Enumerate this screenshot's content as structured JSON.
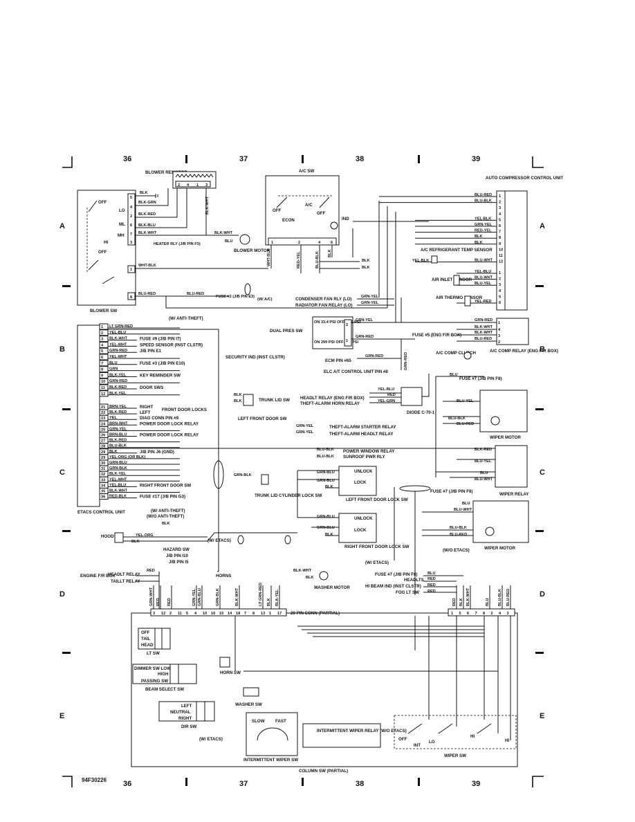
{
  "grid": {
    "columns": [
      "36",
      "37",
      "38",
      "39"
    ],
    "rows": [
      "A",
      "B",
      "C",
      "D",
      "E"
    ]
  },
  "figure_id": "94F30226",
  "blower": {
    "resistor": "BLOWER RESISTOR",
    "switch": "BLOWER SW",
    "motor": "BLOWER MOTOR",
    "positions": [
      "OFF",
      "LO",
      "ML",
      "MH",
      "HI",
      "OFF"
    ],
    "wires": [
      "BLK",
      "BLK-GRN",
      "BLK-RED",
      "BLK-BLU",
      "BLK-WHT",
      "WHT-BLK",
      "BLU-RED"
    ],
    "heater_relay": "HEATER RLY (J/B PIN F3)",
    "motor_wire": "BLK-WHT",
    "motor_wire2": "BLU",
    "fuse": "FUSE #2 (J/B PIN E3)",
    "fuse_wire": "BLU-RED",
    "w_ac": "(W/ A/C)",
    "resistor_wire": "BLK-WHT"
  },
  "ac_sw": {
    "title": "A/C SW",
    "labels": [
      "OFF",
      "A/C",
      "OFF",
      "ECON",
      "IND"
    ],
    "wires": [
      "WHT-BLK",
      "RED-YEL",
      "BLU-BLK",
      "BLK"
    ]
  },
  "acc_unit": {
    "title": "AUTO COMPRESSOR CONTROL UNIT",
    "pins": [
      {
        "pin": "1",
        "wire": "BLU-RED"
      },
      {
        "pin": "2",
        "wire": "BLU-BLK"
      },
      {
        "pin": "3",
        "wire": ""
      },
      {
        "pin": "4",
        "wire": ""
      },
      {
        "pin": "5",
        "wire": "YEL-BLK"
      },
      {
        "pin": "6",
        "wire": "GRN-YEL"
      },
      {
        "pin": "7",
        "wire": "RED-YEL"
      },
      {
        "pin": "8",
        "wire": "BLK"
      },
      {
        "pin": "9",
        "wire": "BLK"
      },
      {
        "pin": "10",
        "wire": ""
      },
      {
        "pin": "11",
        "wire": ""
      },
      {
        "pin": "12",
        "wire": "BLU-WHT"
      }
    ],
    "pins2": [
      {
        "pin": "1",
        "wire": "YEL-BLU"
      },
      {
        "pin": "2",
        "wire": "BLU-WHT"
      },
      {
        "pin": "3",
        "wire": "BLU-YEL"
      },
      {
        "pin": "4",
        "wire": ""
      },
      {
        "pin": "5",
        "wire": ""
      },
      {
        "pin": "6",
        "wire": "YEL-RED"
      }
    ],
    "refrig_sensor": "A/C REFRIGERANT TEMP SENSOR",
    "refrig_wire": "YEL-BLK",
    "inlet_sensor": "AIR INLET SENSOR",
    "thermo_sensor": "AIR THERMO SENSOR",
    "ac_blk": [
      "BLK",
      "BLK"
    ]
  },
  "fan": {
    "condenser": "CONDENSER FAN RLY (LO)",
    "radiator": "RADIATOR FAN RELAY (LO)",
    "wire1": "GRN-YEL",
    "wire2": "GRN-YEL",
    "dual_pres": "DUAL PRES SW",
    "on_off1": "ON 33.4 PSI OFF 29.9 PSI",
    "on_off2": "ON 299 PSI OFF 384 PSI",
    "dual_wire1": "GRN-YEL",
    "dual_wire2": "GRN-RED",
    "ecm": "ECM PIN #65",
    "ecm_wire": "GRN-RED",
    "elc": "ELC A/T CONTROL UNIT PIN #8",
    "elc_wire": "GRN-RED"
  },
  "comp_relay": {
    "title": "A/C COMP RELAY (ENG F/R BOX)",
    "fuse": "FUSE #5 (ENG F/R BOX)",
    "wires": [
      "GRN-RED",
      "BLK-WHT",
      "BLK-WHT",
      "BLU-RED"
    ],
    "clutch": "A/C COMP CLUTCH"
  },
  "etacs": {
    "title": "ETACS CONTROL UNIT",
    "anti_theft": "(W/ ANTI-THEFT)",
    "pins": [
      {
        "pin": "1",
        "wire": "LT GRN-RED",
        "dest": ""
      },
      {
        "pin": "2",
        "wire": "YEL-BLU",
        "dest": ""
      },
      {
        "pin": "3",
        "wire": "BLK-WHT",
        "dest": "FUSE #9 (J/B PIN I7)"
      },
      {
        "pin": "4",
        "wire": "YEL-WHT",
        "dest": "SPEED SENSOR (INST CLSTR)"
      },
      {
        "pin": "5",
        "wire": "GRN-RED",
        "dest": "J/B PIN E1"
      },
      {
        "pin": "6",
        "wire": "YEL-WHT",
        "dest": ""
      },
      {
        "pin": "7",
        "wire": "BLU",
        "dest": "FUSE #3 (J/B PIN E10)"
      },
      {
        "pin": "8",
        "wire": "GRN",
        "dest": ""
      },
      {
        "pin": "9",
        "wire": "BLK-YEL",
        "dest": "KEY REMINDER SW"
      },
      {
        "pin": "10",
        "wire": "GRN-RED",
        "dest": ""
      },
      {
        "pin": "11",
        "wire": "BLK-RED",
        "dest": "DOOR SWS"
      },
      {
        "pin": "12",
        "wire": "BLK-YEL",
        "dest": ""
      },
      {
        "pin": "21",
        "wire": "BRN-YEL",
        "dest": "RIGHT"
      },
      {
        "pin": "22",
        "wire": "BLK-RED",
        "dest": "LEFT"
      },
      {
        "pin": "23",
        "wire": "YEL",
        "dest": "DIAG CONN PIN #9"
      },
      {
        "pin": "24",
        "wire": "BRN-WHT",
        "dest": "POWER DOOR LOCK RELAY"
      },
      {
        "pin": "25",
        "wire": "GRN-YEL",
        "dest": ""
      },
      {
        "pin": "26",
        "wire": "BRN-BLU",
        "dest": "POWER DOOR LOCK RELAY"
      },
      {
        "pin": "27",
        "wire": "BLK-RED",
        "dest": ""
      },
      {
        "pin": "28",
        "wire": "BLU-BLK",
        "dest": ""
      },
      {
        "pin": "29",
        "wire": "BLK",
        "dest": "J/B PIN J6 (GND)"
      },
      {
        "pin": "29",
        "wire": "YEL-ORG (OR BLK)",
        "dest": ""
      },
      {
        "pin": "30",
        "wire": "GRN-BLU",
        "dest": ""
      },
      {
        "pin": "31",
        "wire": "GRN-BLK",
        "dest": ""
      },
      {
        "pin": "32",
        "wire": "BLK-YEL",
        "dest": ""
      },
      {
        "pin": "33",
        "wire": "YEL-WHT",
        "dest": ""
      },
      {
        "pin": "34",
        "wire": "YEL-BLU",
        "dest": "RIGHT FRONT DOOR SW"
      },
      {
        "pin": "35",
        "wire": "BLK-WHT",
        "dest": ""
      },
      {
        "pin": "36",
        "wire": "RED-BLK",
        "dest": "FUSE #17 (J/B PIN G3)"
      }
    ],
    "front_door_locks": "FRONT DOOR LOCKS",
    "security_ind": "SECURITY IND (INST CLSTR)",
    "trunk_lid_sw": "TRUNK LID SW",
    "trunk_wires": [
      "BLK",
      "BLK"
    ],
    "lf_door_sw": "LEFT FRONT DOOR SW",
    "w_anti_theft": "(W/ ANTI-THEFT)",
    "wo_anti_theft": "(W/O ANTI-THEFT)",
    "hood_sw": "HOOD SW",
    "hood_wires": [
      "YEL-ORG",
      "BLK",
      "BLK"
    ],
    "trunk_cyl": "TRUNK LID CYLINDER LOCK SW",
    "trunk_cyl_wire": "GRN-BLK",
    "w_etacs": "(W/ ETACS)"
  },
  "theft": {
    "headlt_relay": "HEADLT RELAY (ENG F/R BOX)",
    "horn_relay": "THEFT-ALARM HORN RELAY",
    "wires": [
      "YEL-BLU",
      "RED",
      "YEL-GRN"
    ],
    "diode": "DIODE C-70-1",
    "starter": "THEFT-ALARM STARTER RELAY",
    "headlt2": "THEFT-ALARM HEADLT RELAY",
    "sw": [
      "GRN-YEL",
      "GRN-YEL"
    ],
    "power_window": "POWER WINDOW RELAY",
    "sunroof": "SUNROOF PWR RLY",
    "pw_wires": [
      "BLU-BLK",
      "BLU-BLK"
    ]
  },
  "door_locks": {
    "left": "LEFT FRONT DOOR LOCK SW",
    "right": "RIGHT FRONT DOOR LOCK SW",
    "unlock": "UNLOCK",
    "lock": "LOCK",
    "left_wires": [
      "GRN-BLU",
      "GRN-BLU",
      "BLK"
    ],
    "right_wires": [
      "GRN-BLU",
      "GRN-BLU",
      "BLK"
    ]
  },
  "wiper": {
    "fuse7": "FUSE #7 (J/B PIN F8)",
    "motor": "WIPER MOTOR",
    "relay": "WIPER RELAY",
    "motor_wires": [
      "BLU",
      "BLU-YEL",
      "BLU-BLK",
      "BLU-RED"
    ],
    "relay_wires": [
      "BLK-RED",
      "BLU-YEL",
      "BLU",
      "BLU-WHT"
    ],
    "fuse7b": "FUSE #7 (J/B PIN F8)",
    "w2_wires": [
      "BLU",
      "BLU-WHT",
      "BLU-BLK",
      "BLU-RED"
    ],
    "wo_etacs": "(W/O ETACS)",
    "motor2": "WIPER MOTOR",
    "w_etacs": "(W/ ETACS)"
  },
  "bottom": {
    "hazard": "HAZARD SW",
    "jb10": "J/B PIN I10",
    "jb5": "J/B PIN I5",
    "horns": "HORNS",
    "engine_box": "ENGINE F/R BOX",
    "headlt_relay": "HEADLT RELAY",
    "taillt_relay": "TAILLT RELAY",
    "red": "RED",
    "washer_motor": "WASHER MOTOR",
    "washer_wires": [
      "BLK-WHT",
      "BLK"
    ],
    "fuse7": "FUSE #7 (J/B PIN F8)",
    "headlts": "HEADLTS",
    "hi_beam": "HI BEAM IND (INST CLSTR)",
    "fog": "FOG LT SW",
    "fuse_wires": [
      "BLU",
      "RED",
      "RED",
      "RED"
    ],
    "conn": "20 PIN CONN (PARTIAL)",
    "conn_pins_left": [
      "3",
      "12",
      "2",
      "11",
      "5",
      "4",
      "10",
      "16",
      "15",
      "14",
      "18",
      "7",
      "8",
      "13",
      "1",
      "17"
    ],
    "conn_pins_right": [
      "1",
      "5",
      "6",
      "7",
      "8",
      "2",
      "4",
      "3"
    ],
    "vert_wires": [
      "GRN-WHT",
      "RED",
      "RED",
      "GRN-YEL",
      "GRN-BLU",
      "GRN-BLK",
      "BLK-WHT",
      "LT GRN-RED",
      "BLK",
      "BLK-YEL",
      "RED",
      "BLK",
      "BLK-WHT",
      "BLU",
      "BLU-BLK",
      "BLU-RED"
    ],
    "lt_sw": "LT SW",
    "lt_rows": [
      "OFF",
      "TAIL",
      "HEAD"
    ],
    "beam_sw": "BEAM SELECT SW",
    "beam_rows": [
      "DIMMER SW LOW",
      "HIGH",
      "PASSING SW"
    ],
    "horn_sw": "HORN SW",
    "washer_sw": "WASHER SW",
    "dir_sw": "DIR SW",
    "dir_rows": [
      "LEFT",
      "NEUTRAL",
      "RIGHT"
    ],
    "int_wiper_sw": "INTERMITTENT WIPER SW",
    "int_labels": [
      "SLOW",
      "FAST"
    ],
    "int_relay": "INTERMITTENT WIPER RELAY (W/O ETACS)",
    "w_etacs": "(W/ ETACS)",
    "wiper_sw": "WIPER SW",
    "wiper_labels": [
      "OFF",
      "INT",
      "LO",
      "HI",
      "HI"
    ],
    "column_sw": "COLUMN SW (PARTIAL)"
  }
}
